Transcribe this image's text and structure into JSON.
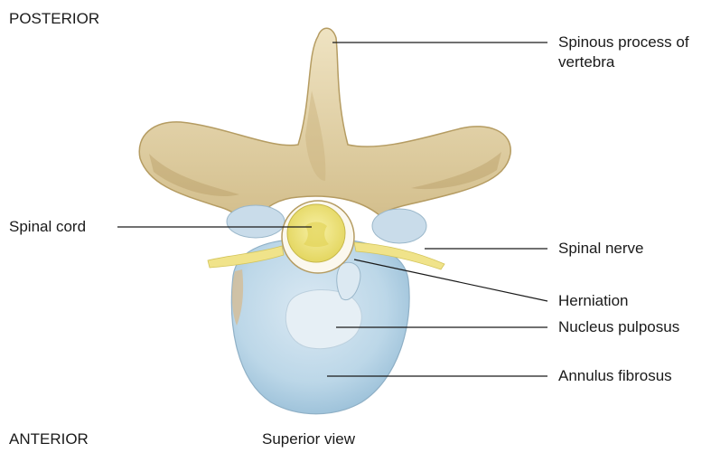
{
  "orientation": {
    "top": "POSTERIOR",
    "bottom": "ANTERIOR",
    "caption": "Superior view"
  },
  "labels": {
    "spinous_process": "Spinous process of vertebra",
    "spinal_cord": "Spinal cord",
    "spinal_nerve": "Spinal nerve",
    "herniation": "Herniation",
    "nucleus_pulposus": "Nucleus pulposus",
    "annulus_fibrosus": "Annulus fibrosus"
  },
  "colors": {
    "bone": "#e8d9b0",
    "bone_shade": "#c9b27c",
    "cord": "#f3ea7a",
    "nerve": "#f0e38a",
    "disc": "#bcd7e8",
    "nucleus": "#e6eff5",
    "leader_line": "#1a1a1a"
  }
}
